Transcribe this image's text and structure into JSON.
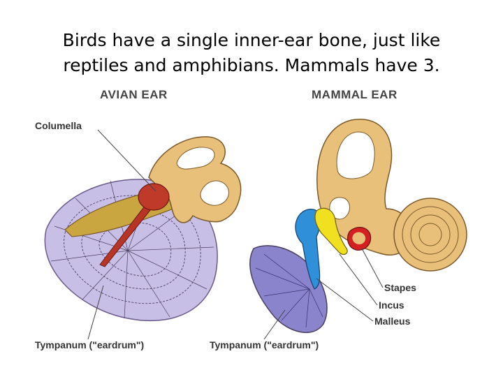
{
  "slide": {
    "title_line1": "Birds have a single inner-ear bone, just like",
    "title_line2": "reptiles and amphibians.  Mammals have 3."
  },
  "figure": {
    "avian": {
      "heading": "AVIAN EAR",
      "labels": {
        "columella": "Columella",
        "tympanum": "Tympanum (\"eardrum\")"
      }
    },
    "mammal": {
      "heading": "MAMMAL EAR",
      "labels": {
        "stapes": "Stapes",
        "incus": "Incus",
        "malleus": "Malleus",
        "tympanum": "Tympanum (\"eardrum\")"
      }
    },
    "colors": {
      "bone": "#e8c07a",
      "bone_outline": "#7a5a2a",
      "eardrum": "#c8bfe6",
      "columella": "#c03a2a",
      "stapes": "#d42020",
      "incus": "#f0e020",
      "malleus": "#2f8fd8"
    }
  }
}
